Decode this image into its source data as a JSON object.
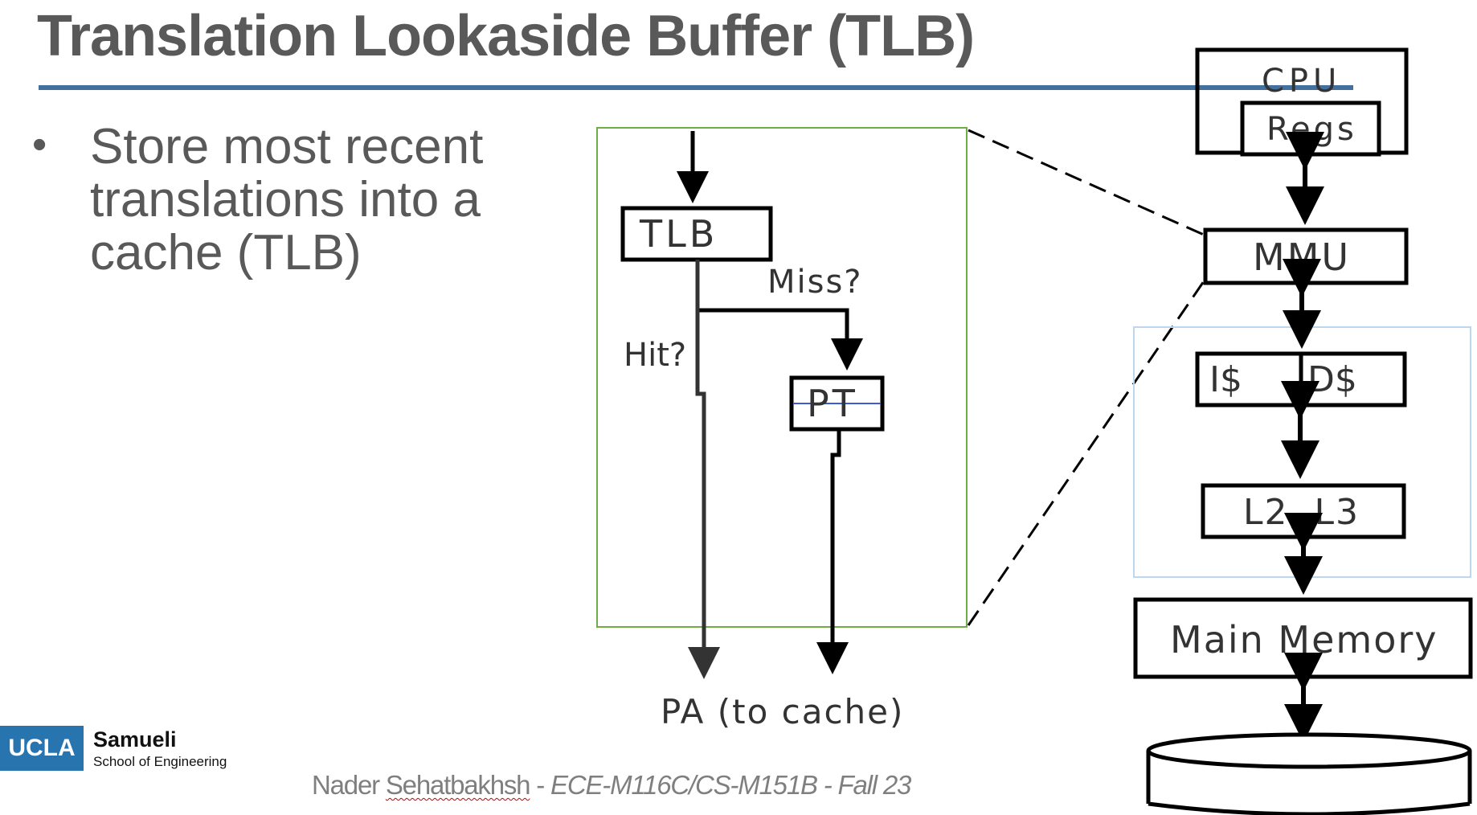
{
  "slide": {
    "title": "Translation Lookaside Buffer (TLB)",
    "bullet_marker": "•",
    "bullet_lines": [
      "Store most recent",
      "translations into a",
      "cache (TLB)"
    ]
  },
  "diagram": {
    "tlb_label": "TLB",
    "miss_label": "Miss?",
    "hit_label": "Hit?",
    "pt_label": "PT",
    "pa_label": "PA (to cache)",
    "cpu_label": "CPU",
    "regs_label": "Regs",
    "mmu_label": "MMU",
    "icache_label": "I$",
    "dcache_label": "D$",
    "l2l3_label": "L2, L3",
    "main_memory_label": "Main Memory"
  },
  "logo": {
    "ucla": "UCLA",
    "name": "Samueli",
    "subtitle": "School of Engineering"
  },
  "footer": {
    "author_first": "Nader",
    "author_last": "Sehatbakhsh",
    "separator": " - ",
    "course": "ECE-M116C/CS-M151B - Fall 23"
  },
  "colors": {
    "title_text": "#595959",
    "title_rule": "#44709e",
    "green_frame": "#70ad47",
    "cache_frame": "#bdd7ee",
    "ucla_blue": "#2774ae"
  }
}
